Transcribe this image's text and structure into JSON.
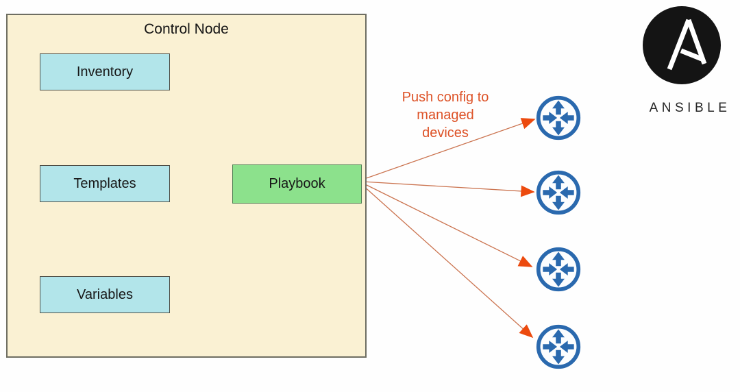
{
  "control_node": {
    "title": "Control Node",
    "components": [
      {
        "label": "Inventory"
      },
      {
        "label": "Templates"
      },
      {
        "label": "Variables"
      }
    ],
    "playbook": {
      "label": "Playbook"
    }
  },
  "annotation": {
    "text": "Push config to managed devices"
  },
  "managed_devices": {
    "count": 4,
    "icon": "router-icon"
  },
  "branding": {
    "icon": "ansible-logo",
    "wordmark": "ANSIBLE"
  },
  "colors": {
    "control_node_fill": "#faf1d3",
    "component_fill": "#b2e5ea",
    "playbook_fill": "#8ce18c",
    "annotation_orange": "#dd5227",
    "push_line": "#cb7450",
    "push_arrowhead": "#ec4a0e",
    "router_blue": "#2a69ae",
    "black_arrow": "#1e1e1e",
    "logo_black": "#141414"
  }
}
